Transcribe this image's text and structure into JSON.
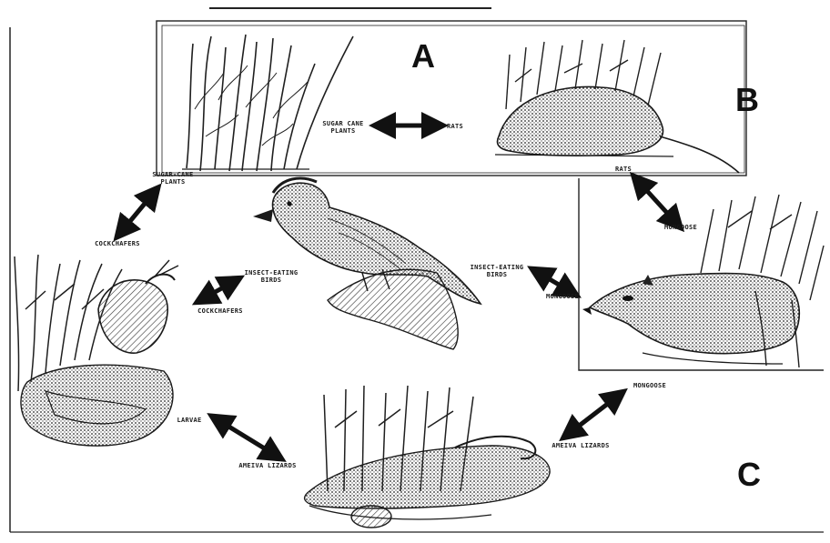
{
  "panel_letters": {
    "a": "A",
    "b": "B",
    "c": "C"
  },
  "labels": {
    "cane_rats_top": "SUGAR CANE\nPLANTS",
    "rats_top": "RATS",
    "cane_left": "SUGAR-CANE\nPLANTS",
    "cockchafers_left": "COCKCHAFERS",
    "insect_birds_left": "INSECT-EATING\nBIRDS",
    "cockchafers_mid": "COCKCHAFERS",
    "rats_right": "RATS",
    "mongoose_right": "MONGOOSE",
    "insect_birds_right": "INSECT-EATING\nBIRDS",
    "mongoose_mid": "MONGOOSE",
    "mongoose_bottom": "MONGOOSE",
    "ameiva_right": "AMEIVA LIZARDS",
    "larvae": "LARVAE",
    "ameiva_bottom": "AMEIVA LIZARDS"
  },
  "colors": {
    "ink": "#1a1a1a",
    "paper": "#ffffff",
    "hatch": "#444444"
  }
}
